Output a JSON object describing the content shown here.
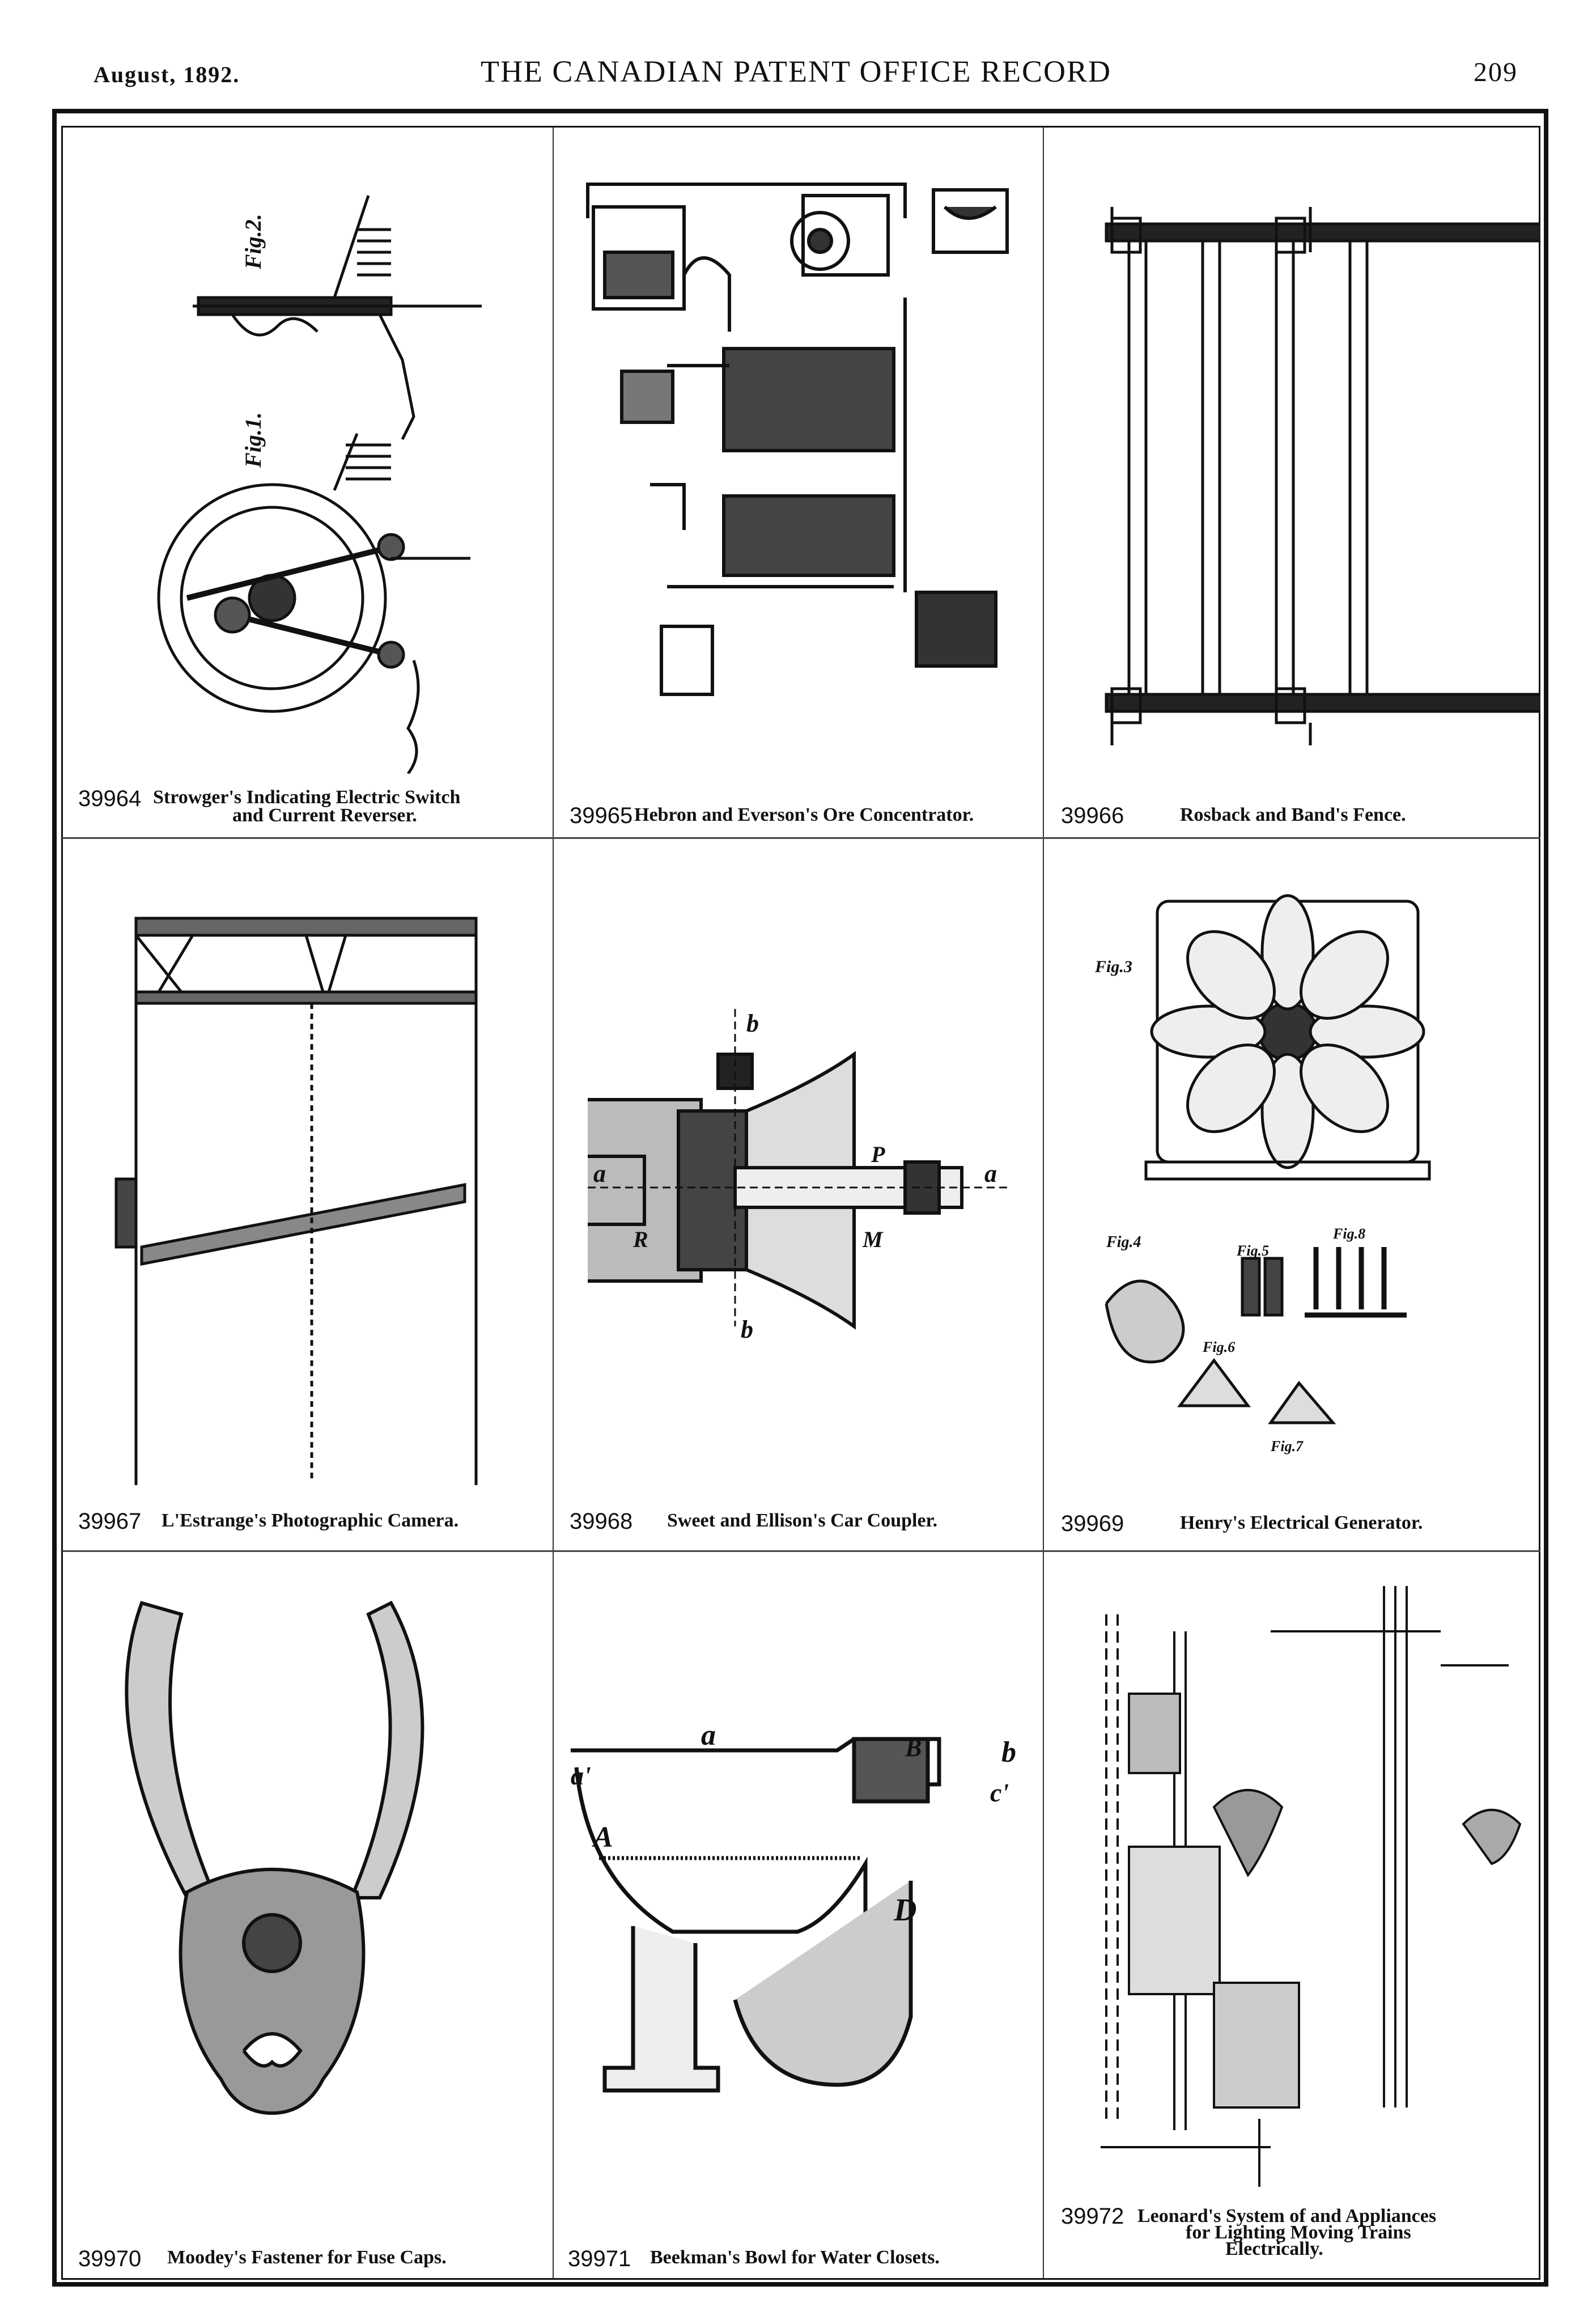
{
  "header": {
    "date": "August, 1892.",
    "title": "THE CANADIAN PATENT OFFICE RECORD",
    "page_number": "209"
  },
  "patents": [
    {
      "number": "39964",
      "title_line1": "Strowger's Indicating Electric Switch",
      "title_line2": "and Current Reverser.",
      "figures": [
        "Fig.1.",
        "Fig.2."
      ]
    },
    {
      "number": "39965",
      "title": "Hebron and Everson's Ore Concentrator."
    },
    {
      "number": "39966",
      "title": "Rosback and Band's Fence."
    },
    {
      "number": "39967",
      "title": "L'Estrange's Photographic Camera."
    },
    {
      "number": "39968",
      "title": "Sweet and Ellison's Car Coupler.",
      "labels": [
        "a",
        "a",
        "b",
        "b",
        "P",
        "M",
        "R"
      ]
    },
    {
      "number": "39969",
      "title": "Henry's Electrical Generator.",
      "figures": [
        "Fig.3",
        "Fig.4",
        "Fig.5",
        "Fig.6",
        "Fig.7",
        "Fig.8"
      ]
    },
    {
      "number": "39970",
      "title": "Moodey's Fastener for Fuse Caps."
    },
    {
      "number": "39971",
      "title": "Beekman's Bowl for Water Closets.",
      "labels": [
        "a",
        "a'",
        "A",
        "D",
        "b",
        "c'",
        "B"
      ]
    },
    {
      "number": "39972",
      "title_line1": "Leonard's System of and Appliances",
      "title_line2": "for Lighting Moving Trains",
      "title_line3": "Electrically."
    }
  ]
}
